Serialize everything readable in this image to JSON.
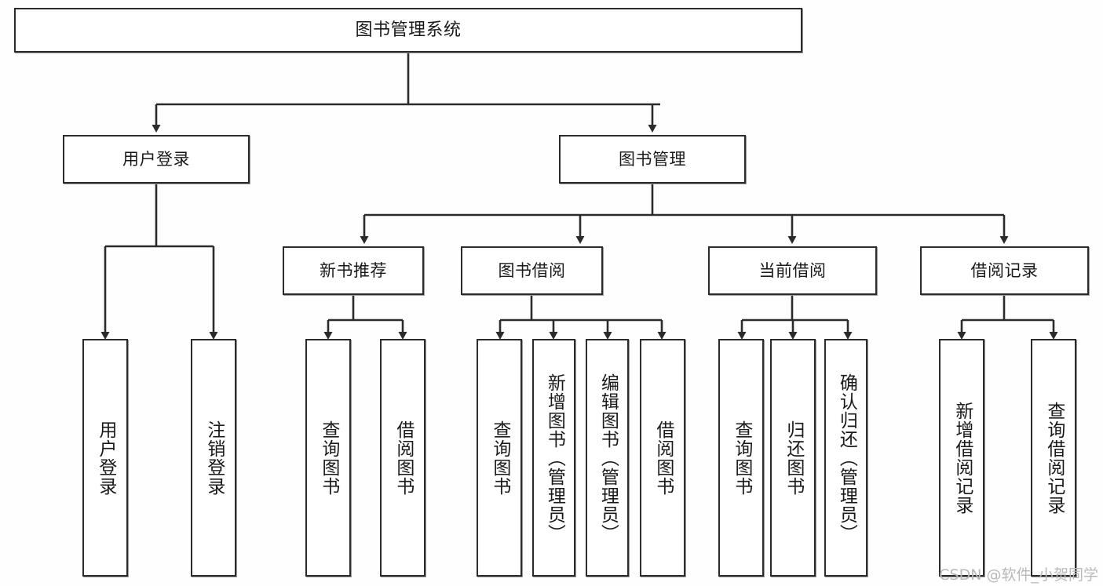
{
  "diagram": {
    "title": "图书管理系统",
    "watermark": "CSDN @软件_小贺同学",
    "colors": {
      "stroke": "#2b2b2b",
      "fill": "#ffffff",
      "background": "#fefefe",
      "watermark": "#b9b9b9"
    },
    "nodes": {
      "root": "图书管理系统",
      "level2": {
        "user_login": "用户登录",
        "book_manage": "图书管理"
      },
      "level3": {
        "new_book_recommend": "新书推荐",
        "book_borrow": "图书借阅",
        "current_borrow": "当前借阅",
        "borrow_record": "借阅记录"
      },
      "leaves": {
        "user_login_children": [
          "用户登录",
          "注销登录"
        ],
        "new_book_recommend_children": [
          "查询图书",
          "借阅图书"
        ],
        "book_borrow_children": [
          "查询图书",
          "新增图书（管理员）",
          "编辑图书（管理员）",
          "借阅图书"
        ],
        "current_borrow_children": [
          "查询图书",
          "归还图书",
          "确认归还（管理员）"
        ],
        "borrow_record_children": [
          "新增借阅记录",
          "查询借阅记录"
        ]
      }
    }
  }
}
